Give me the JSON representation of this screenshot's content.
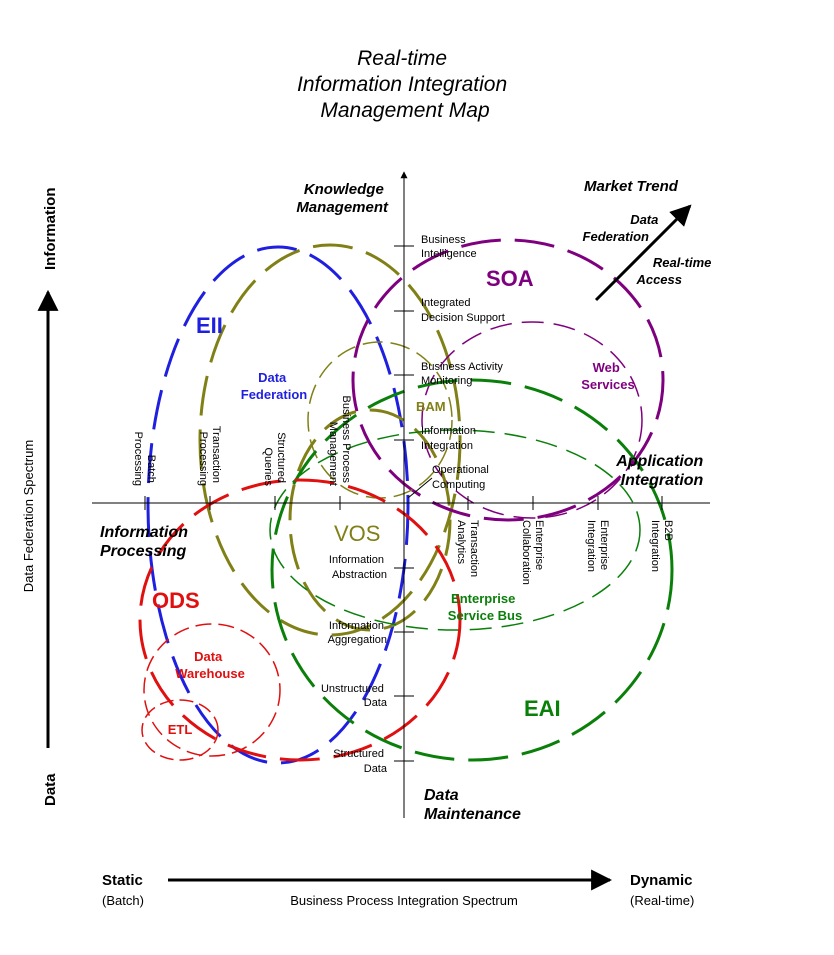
{
  "title": [
    "Real-time",
    "Information Integration",
    "Management Map"
  ],
  "quadrant_labels": {
    "top": [
      "Knowledge",
      "Management"
    ],
    "right": [
      "Application",
      "Integration"
    ],
    "bottom": [
      "Data",
      "Maintenance"
    ],
    "left": [
      "Information",
      "Processing"
    ]
  },
  "market_trend": {
    "heading": "Market Trend",
    "item1": [
      "Data",
      "Federation"
    ],
    "item2": [
      "Real-time",
      "Access"
    ]
  },
  "y_axis_ticks_upper": [
    [
      "Business",
      "Intelligence"
    ],
    [
      "Integrated",
      "Decision Support"
    ],
    [
      "Business Activity",
      "Monitoring"
    ],
    [
      "Information",
      "Integration"
    ],
    [
      "Operational",
      "Computing"
    ]
  ],
  "y_axis_ticks_lower": [
    [
      "Information",
      "Abstraction"
    ],
    [
      "Information",
      "Aggregation"
    ],
    [
      "Unstructured",
      "Data"
    ],
    [
      "Structured",
      "Data"
    ]
  ],
  "x_axis_ticks_left": [
    [
      "Batch",
      "Processing"
    ],
    [
      "Transaction",
      "Processing"
    ],
    [
      "Structured",
      "Queries"
    ],
    [
      "Business Process",
      "Management"
    ]
  ],
  "x_axis_ticks_right": [
    [
      "Transaction",
      "Analytics"
    ],
    [
      "Enterprise",
      "Collaboration"
    ],
    [
      "Enterprise",
      "Integration"
    ],
    [
      "B2B",
      "Integration"
    ]
  ],
  "regions": {
    "eii": "EII",
    "data_federation": [
      "Data",
      "Federation"
    ],
    "soa": "SOA",
    "web_services": [
      "Web",
      "Services"
    ],
    "bam": "BAM",
    "vos": "VOS",
    "ods": "ODS",
    "data_warehouse": [
      "Data",
      "Warehouse"
    ],
    "etl": "ETL",
    "esb": [
      "Enterprise",
      "Service Bus"
    ],
    "eai": "EAI"
  },
  "axes": {
    "y_top": "Information",
    "y_bottom": "Data",
    "y_spectrum": "Data Federation Spectrum",
    "x_left": "Static",
    "x_left_sub": "(Batch)",
    "x_right": "Dynamic",
    "x_right_sub": "(Real-time)",
    "x_spectrum": "Business Process Integration Spectrum"
  },
  "colors": {
    "eii": "#1f1fe0",
    "soa": "#7f007f",
    "bam": "#808017",
    "vos": "#808017",
    "ods": "#e01010",
    "eai": "#0a7f0a"
  }
}
